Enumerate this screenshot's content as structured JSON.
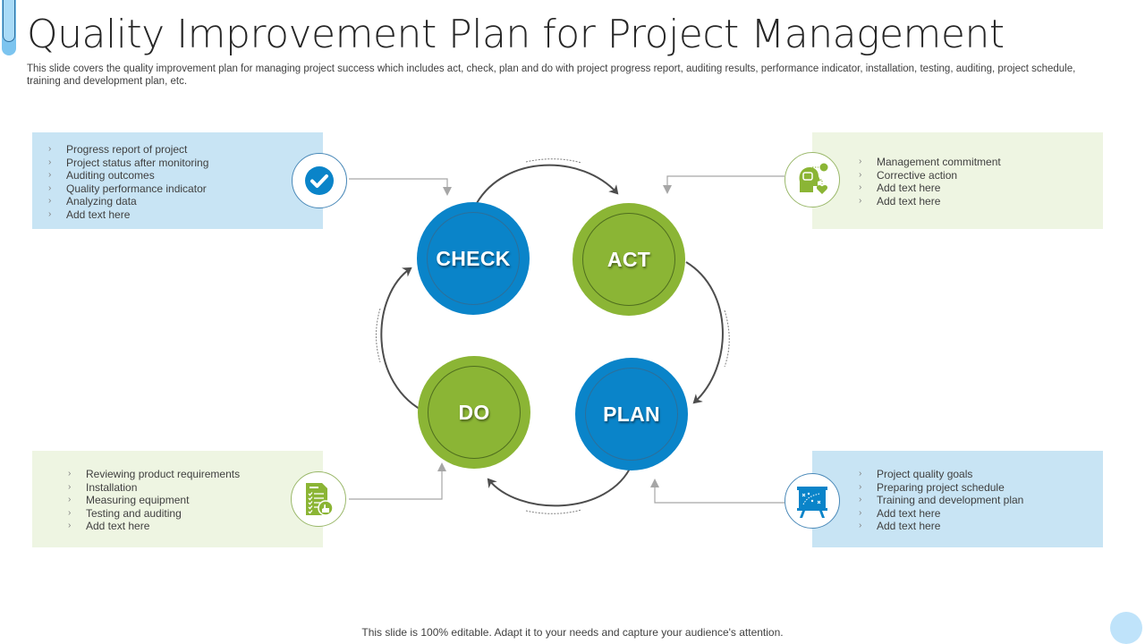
{
  "header": {
    "title": "Quality Improvement Plan for Project Management",
    "subtitle": "This slide covers the quality improvement plan for managing project success which includes act, check, plan and do with project progress report, auditing results, performance indicator, installation, testing, auditing, project schedule, training and development plan, etc."
  },
  "colors": {
    "blue": "#0a84c9",
    "green": "#8bb535",
    "blue_panel": "#c8e4f4",
    "green_panel": "#eef5e2",
    "connector": "#a6a6a6",
    "cycle_arrow": "#4d4d4d"
  },
  "cycle": {
    "stages": [
      {
        "id": "check",
        "label": "CHECK",
        "color": "blue"
      },
      {
        "id": "act",
        "label": "ACT",
        "color": "green"
      },
      {
        "id": "plan",
        "label": "PLAN",
        "color": "blue"
      },
      {
        "id": "do",
        "label": "DO",
        "color": "green"
      }
    ],
    "flow": [
      "CHECK",
      "ACT",
      "PLAN",
      "DO",
      "CHECK"
    ]
  },
  "panels": {
    "check": {
      "icon": "checkmark-circle-icon",
      "bullet": "›",
      "items": [
        "Progress report of project",
        "Project status after monitoring",
        "Auditing outcomes",
        "Quality performance indicator",
        "Analyzing data",
        "Add text here"
      ]
    },
    "act": {
      "icon": "head-mind-heart-icon",
      "bullet": "›",
      "items": [
        "Management commitment",
        "Corrective action",
        "Add text here",
        "Add text here"
      ]
    },
    "do": {
      "icon": "checklist-thumbs-up-icon",
      "bullet": "›",
      "items": [
        "Reviewing product requirements",
        "Installation",
        "Measuring equipment",
        "Testing and auditing",
        "Add text here"
      ]
    },
    "plan": {
      "icon": "strategy-board-icon",
      "bullet": "›",
      "items": [
        "Project quality goals",
        "Preparing project schedule",
        "Training and development plan",
        "Add text here",
        "Add text here"
      ]
    }
  },
  "footer": {
    "text": "This slide is 100% editable. Adapt it to your needs and capture your audience's attention."
  }
}
